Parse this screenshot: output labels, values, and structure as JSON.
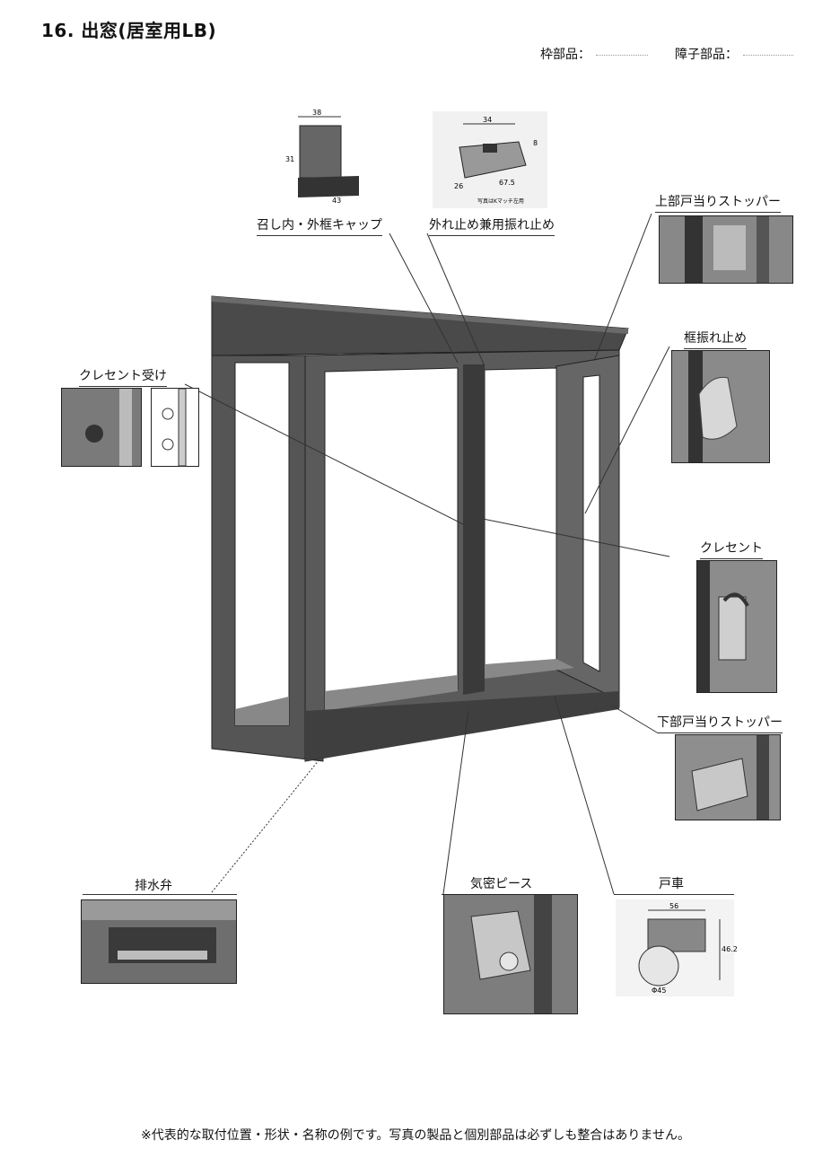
{
  "header": {
    "title": "16. 出窓(居室用LB)",
    "frame_parts_label": "枠部品：",
    "shoji_parts_label": "障子部品："
  },
  "parts": {
    "cap": "召し内・外框キャップ",
    "detach_stop": "外れ止め兼用振れ止め",
    "upper_stopper": "上部戸当りストッパー",
    "frame_stop": "框振れ止め",
    "crescent_receiver": "クレセント受け",
    "crescent": "クレセント",
    "lower_stopper": "下部戸当りストッパー",
    "drain_valve": "排水弁",
    "airtight_piece": "気密ピース",
    "roller": "戸車"
  },
  "dimensions": {
    "cap_w": "38",
    "cap_h": "31",
    "cap_d": "43",
    "stop_w": "34",
    "stop_h": "8",
    "stop_a": "26",
    "stop_b": "67.5",
    "stop_note": "写真はKマッチ左用",
    "roller_w": "56",
    "roller_h": "46.2",
    "roller_d": "Φ45"
  },
  "footer": {
    "note": "※代表的な取付位置・形状・名称の例です。写真の製品と個別部品は必ずしも整合はありません。"
  }
}
